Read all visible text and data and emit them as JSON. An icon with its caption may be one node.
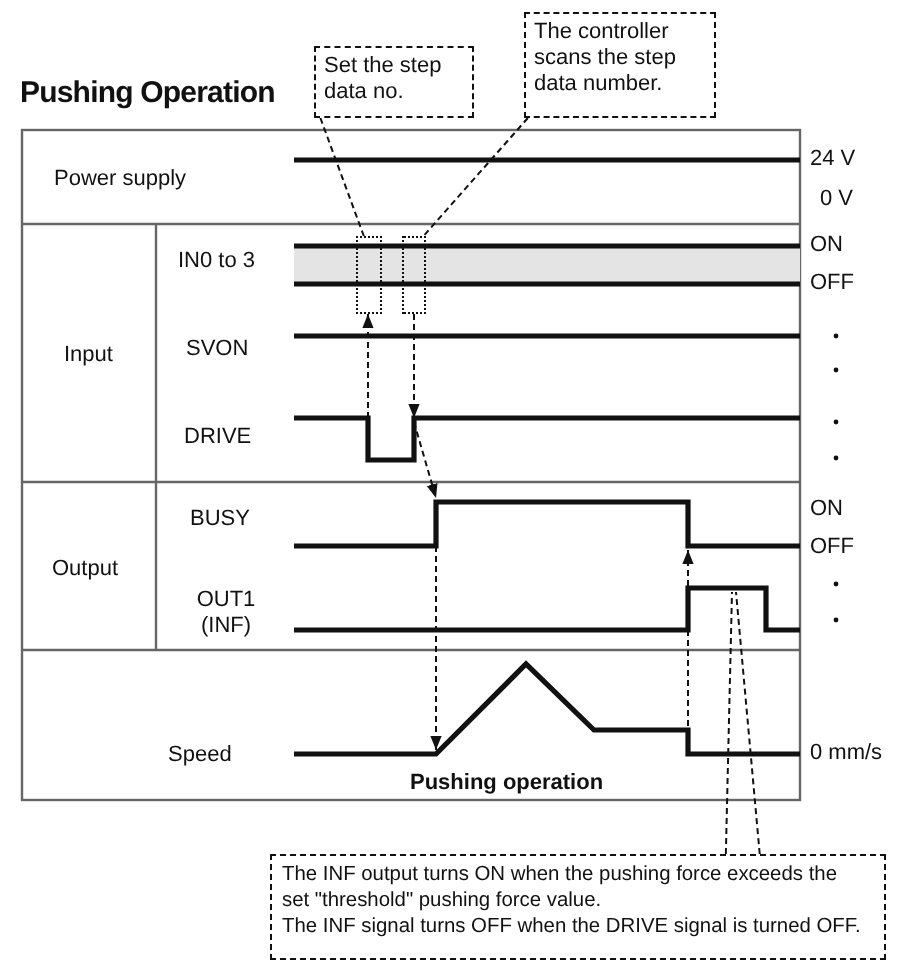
{
  "diagram": {
    "title": "Pushing Operation",
    "nodes": [
      {
        "text": [
          "Set the step data no."
        ]
      },
      {
        "text": [
          "The controller scans the step data number."
        ]
      },
      {
        "text": [],
        "shape": "box"
      },
      {
        "text": [],
        "shape": "box"
      },
      {
        "text": [
          "The INF output turns ON when the pushing force exceeds the set \"threshold\" pushing force value.",
          "The INF signal turns OFF when the DRIVE signal is turned OFF."
        ]
      }
    ],
    "edges": [
      {
        "from": 0,
        "to": 2,
        "arrow": "none",
        "style": "dashed"
      },
      {
        "from": 1,
        "to": 3,
        "arrow": "none",
        "style": "dashed"
      },
      {
        "from": null,
        "to": 2,
        "arrow": "to",
        "style": "dashed"
      },
      {
        "from": 3,
        "to": null,
        "arrow": "to",
        "style": "dashed"
      },
      {
        "from": 4,
        "to": null,
        "arrow": "none",
        "style": "dashed"
      },
      {
        "from": 4,
        "to": null,
        "arrow": "none",
        "style": "dashed"
      }
    ],
    "labels": [
      "Power supply",
      "24 V",
      "0 V",
      "IN0 to 3",
      "ON",
      "OFF",
      "Input",
      "SVON",
      "DRIVE",
      "BUSY",
      "ON",
      "OFF",
      "Output",
      "OUT1 (INF)",
      "Speed",
      "0 mm/s",
      "Pushing operation"
    ]
  }
}
